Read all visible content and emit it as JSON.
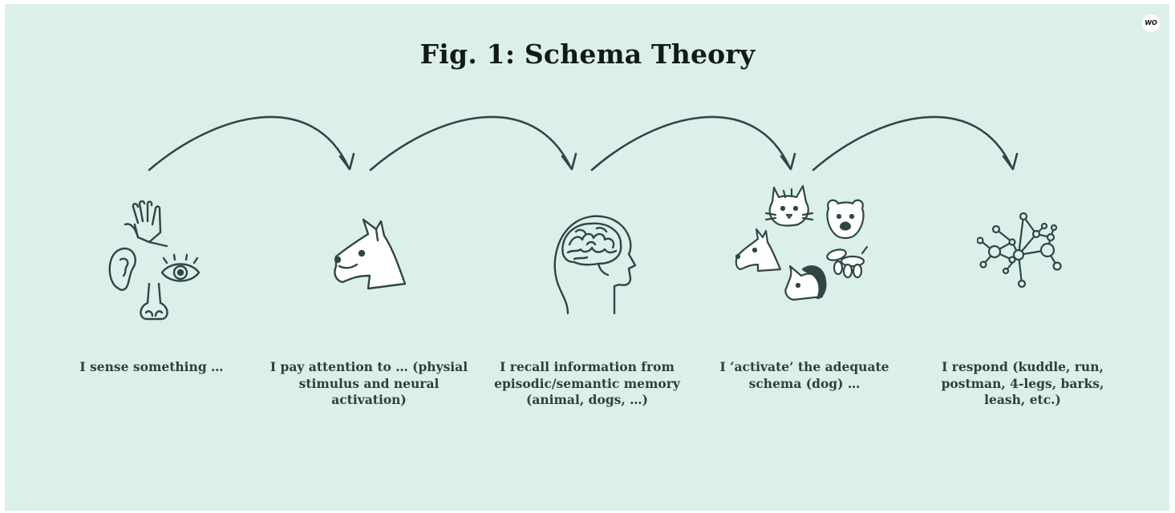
{
  "figure": {
    "title": "Fig. 1: Schema Theory",
    "logo_text": "WO",
    "colors": {
      "background": "#dbf0ea",
      "ink": "#2f4744",
      "text": "#2e3f3c"
    }
  },
  "steps": [
    {
      "label": "I sense something …",
      "icons": [
        "hand-icon",
        "ear-icon",
        "eye-icon",
        "nose-icon"
      ]
    },
    {
      "label": "I pay attention to … (physial stimulus and neural activation)",
      "icons": [
        "dog-icon"
      ]
    },
    {
      "label": "I recall information from episodic/semantic memory (animal, dogs, …)",
      "icons": [
        "head-brain-icon"
      ]
    },
    {
      "label": "I ‘activate’ the adequate schema (dog) …",
      "icons": [
        "cat-icon",
        "bear-icon",
        "dog-icon",
        "balloon-dog-icon",
        "unicorn-icon"
      ]
    },
    {
      "label": "I respond (kuddle, run, postman, 4-legs, barks, leash, etc.)",
      "icons": [
        "network-icon"
      ]
    }
  ]
}
